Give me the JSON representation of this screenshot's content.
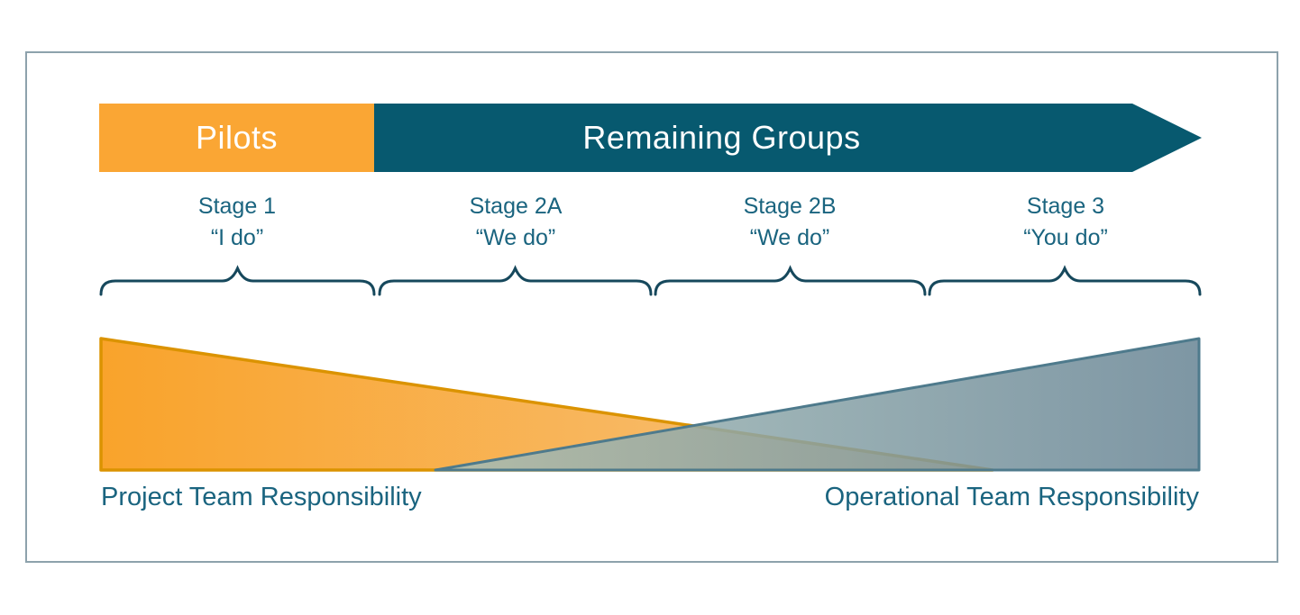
{
  "banner": {
    "pilots": "Pilots",
    "remaining": "Remaining Groups"
  },
  "stages": [
    {
      "name": "Stage 1",
      "quote": "“I do”"
    },
    {
      "name": "Stage 2A",
      "quote": "“We do”"
    },
    {
      "name": "Stage 2B",
      "quote": "“We do”"
    },
    {
      "name": "Stage 3",
      "quote": "“You do”"
    }
  ],
  "footer": {
    "left": "Project Team Responsibility",
    "right": "Operational Team Responsibility"
  },
  "colors": {
    "orange": "#FAA634",
    "orange_border": "#DB9301",
    "orange_grad_start": "#F9A32B",
    "orange_grad_end": "#F8C584",
    "teal": "#07596F",
    "teal_tri_border": "#4E7A8C",
    "teal_grad_start": "#A6BEB8",
    "teal_grad_end": "#678494",
    "text_teal": "#1A647F",
    "brace": "#16485C",
    "frame_border": "#8DA2AC",
    "banner_text": "#FFFFFF"
  }
}
